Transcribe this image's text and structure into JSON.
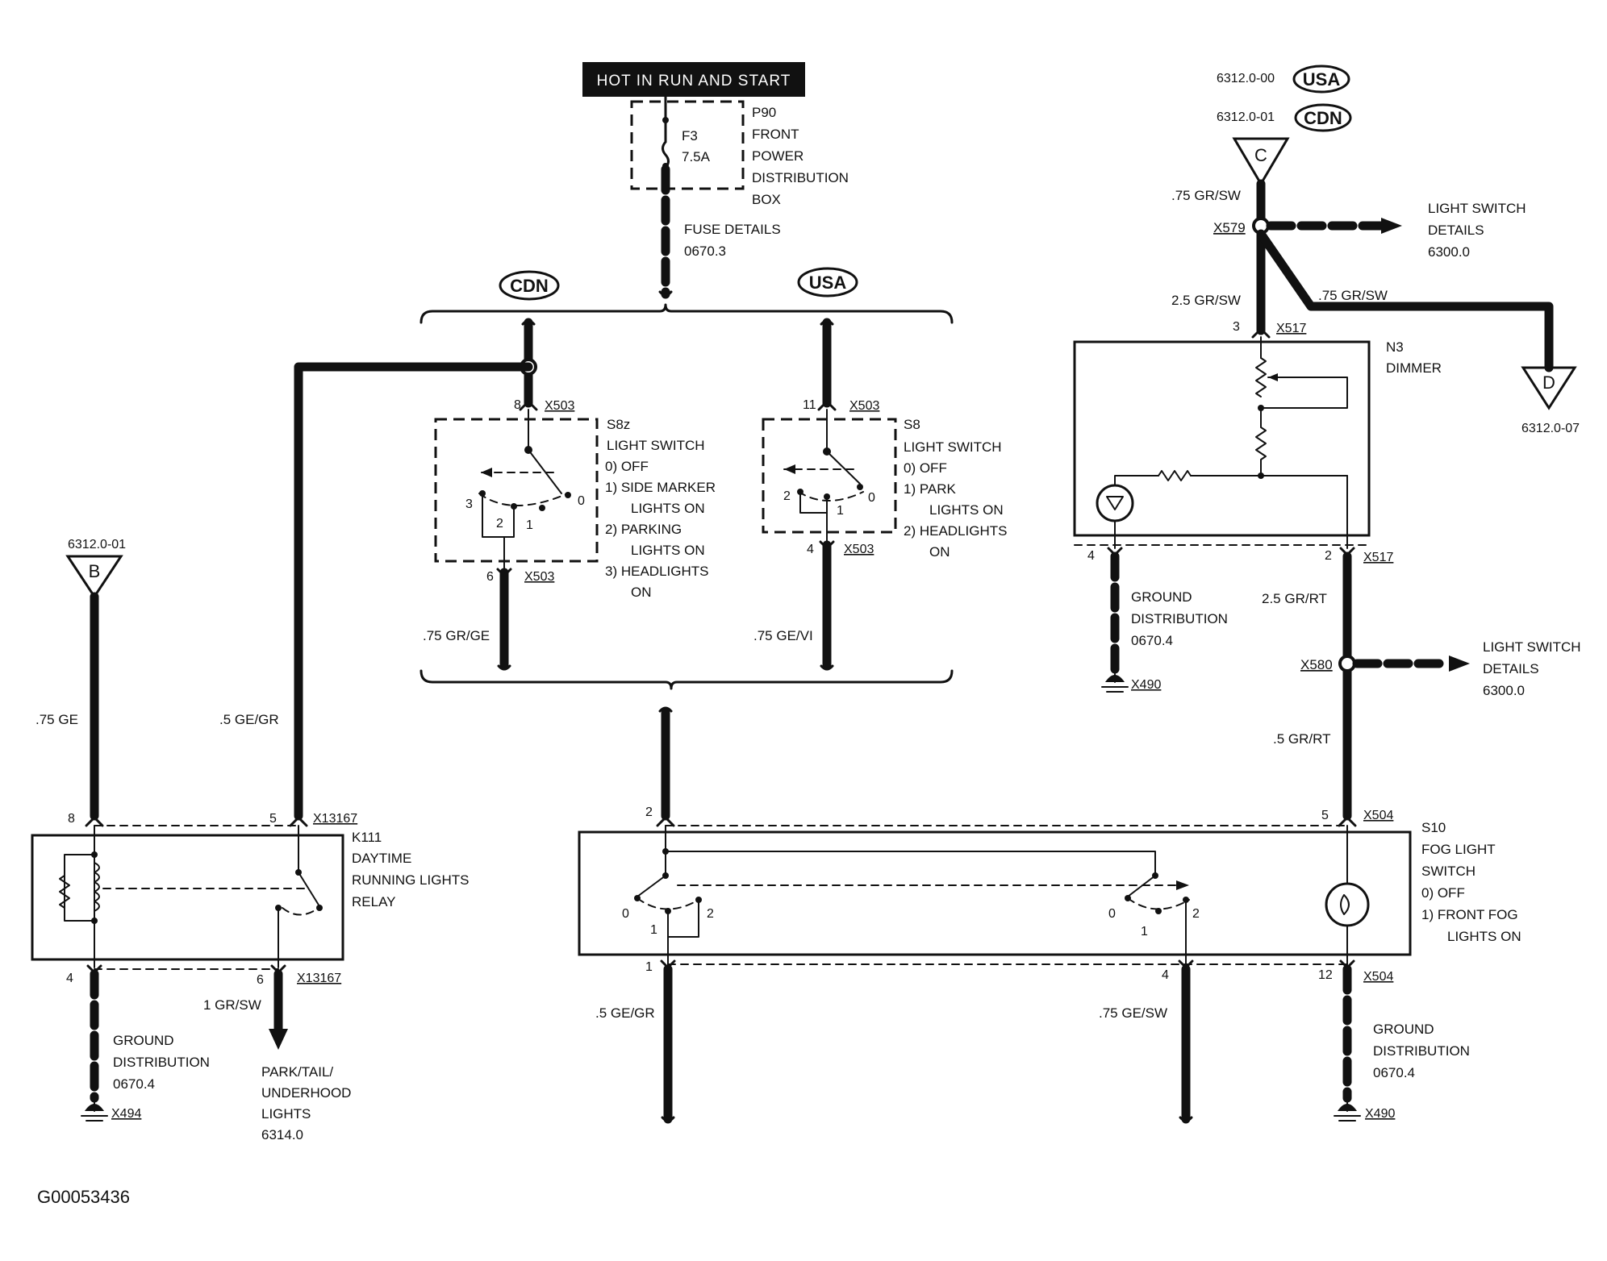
{
  "header": {
    "hot_label": "HOT IN RUN AND START"
  },
  "p90": {
    "fuse_id": "F3",
    "fuse_rating": "7.5A",
    "name": "P90",
    "desc1": "FRONT",
    "desc2": "POWER",
    "desc3": "DISTRIBUTION",
    "desc4": "BOX"
  },
  "fuse_details": {
    "line1": "FUSE DETAILS",
    "line2": "0670.3"
  },
  "badges": {
    "cdn": "CDN",
    "usa": "USA"
  },
  "s8z": {
    "name": "S8z",
    "title": "LIGHT SWITCH",
    "items": [
      "0)  OFF",
      "1)  SIDE MARKER",
      "LIGHTS ON",
      "2)  PARKING",
      "LIGHTS ON",
      "3)  HEADLIGHTS",
      "ON"
    ],
    "pin_top": "8",
    "conn_top": "X503",
    "pin_bottom": "6",
    "conn_bottom": "X503",
    "wire": ".75 GR/GE",
    "pos0": "0",
    "pos1": "1",
    "pos2": "2",
    "pos3": "3"
  },
  "s8": {
    "name": "S8",
    "title": "LIGHT SWITCH",
    "items": [
      "0)  OFF",
      "1)  PARK",
      "LIGHTS ON",
      "2)  HEADLIGHTS",
      "ON"
    ],
    "pin_top": "11",
    "conn_top": "X503",
    "pin_bottom": "4",
    "conn_bottom": "X503",
    "wire": ".75 GE/VI",
    "pos0": "0",
    "pos1": "1",
    "pos2": "2"
  },
  "right_top": {
    "ref_usa": "6312.0-00",
    "ref_cdn": "6312.0-01",
    "usa": "USA",
    "cdn": "CDN",
    "connector_c": "C",
    "wire1": ".75 GR/SW",
    "splice": "X579",
    "details1": "LIGHT SWITCH",
    "details2": "DETAILS",
    "details3": "6300.0",
    "wire2": "2.5 GR/SW",
    "wire3": ".75 GR/SW",
    "connector_d": "D",
    "ref_d": "6312.0-07"
  },
  "n3": {
    "name": "N3",
    "title": "DIMMER",
    "pin_top": "3",
    "conn_top": "X517",
    "pin_gnd": "4",
    "pin_out": "2",
    "conn_out": "X517",
    "gnd1": "GROUND",
    "gnd2": "DISTRIBUTION",
    "gnd3": "0670.4",
    "gnd_conn": "X490",
    "wire_out": "2.5 GR/RT",
    "splice": "X580",
    "details1": "LIGHT SWITCH",
    "details2": "DETAILS",
    "details3": "6300.0",
    "wire_low": ".5 GR/RT"
  },
  "left": {
    "ref_b": "6312.0-01",
    "connector_b": "B",
    "wire_b": ".75 GE",
    "wire_5": ".5 GE/GR"
  },
  "k111": {
    "name": "K111",
    "desc1": "DAYTIME",
    "desc2": "RUNNING LIGHTS",
    "desc3": "RELAY",
    "pin_8": "8",
    "pin_5": "5",
    "conn_top": "X13167",
    "pin_4": "4",
    "pin_6": "6",
    "conn_bottom": "X13167",
    "gnd1": "GROUND",
    "gnd2": "DISTRIBUTION",
    "gnd3": "0670.4",
    "gnd_conn": "X494",
    "wire_out": "1 GR/SW",
    "dest1": "PARK/TAIL/",
    "dest2": "UNDERHOOD",
    "dest3": "LIGHTS",
    "dest4": "6314.0"
  },
  "s10": {
    "name": "S10",
    "title1": "FOG LIGHT",
    "title2": "SWITCH",
    "item0": "0)   OFF",
    "item1": "1)   FRONT FOG",
    "item1b": "LIGHTS ON",
    "pin_2": "2",
    "pin_5": "5",
    "conn_top": "X504",
    "pin_1": "1",
    "pin_4": "4",
    "pin_12": "12",
    "conn_bottom": "X504",
    "wire_1": ".5 GE/GR",
    "wire_4": ".75 GE/SW",
    "gnd1": "GROUND",
    "gnd2": "DISTRIBUTION",
    "gnd3": "0670.4",
    "gnd_conn": "X490",
    "sw_a0": "0",
    "sw_a1": "1",
    "sw_a2": "2",
    "sw_b0": "0",
    "sw_b1": "1",
    "sw_b2": "2"
  },
  "footer": {
    "code": "G00053436"
  }
}
